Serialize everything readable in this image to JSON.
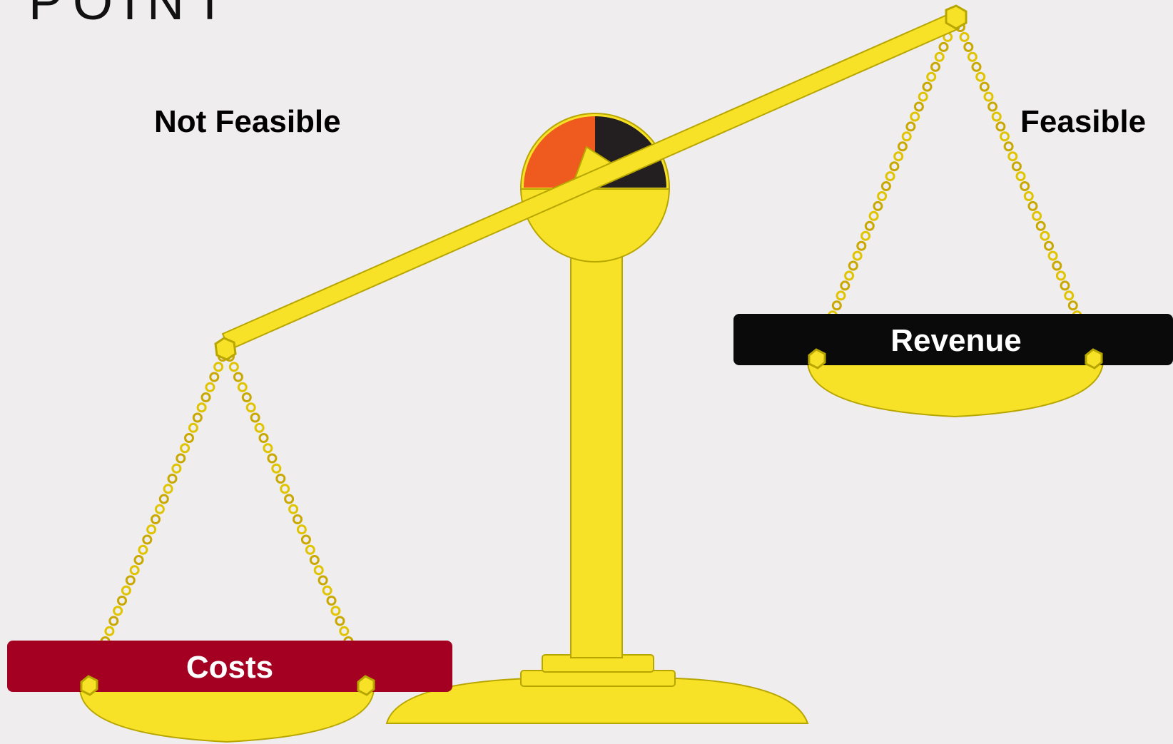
{
  "header": {
    "title": "POINT"
  },
  "labels": {
    "left": "Not Feasible",
    "right": "Feasible"
  },
  "pans": {
    "left_label": "Costs",
    "right_label": "Revenue"
  },
  "colors": {
    "background": "#efedee",
    "scale_gold": "#f7e227",
    "scale_outline": "#b8a600",
    "costs": "#a30022",
    "revenue": "#0a0a0a",
    "gauge_orange": "#ef5a1f",
    "gauge_dark": "#231f20"
  }
}
